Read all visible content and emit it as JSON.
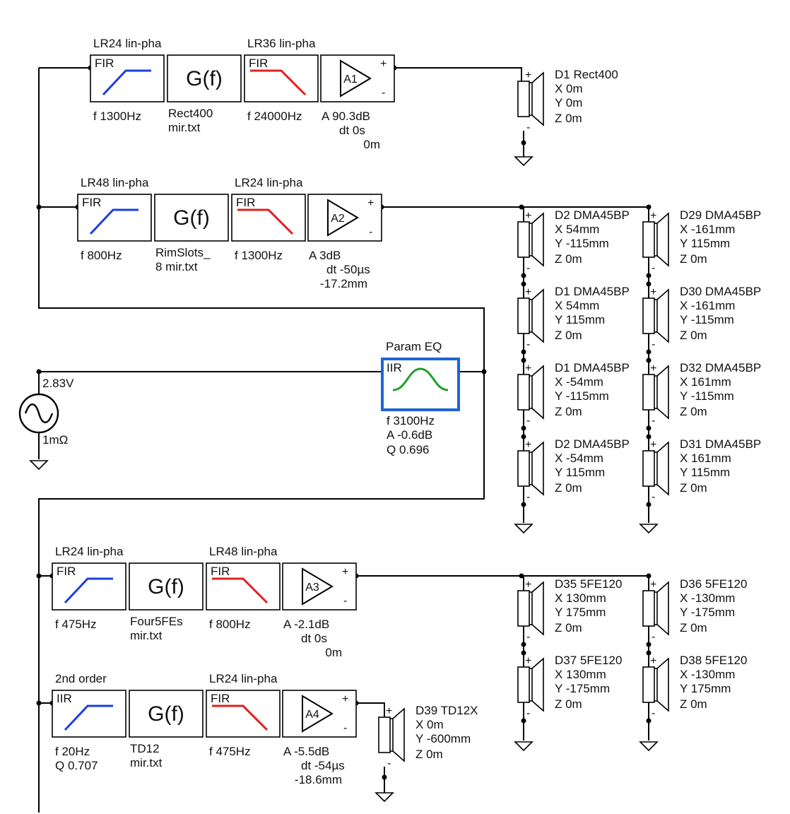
{
  "colors": {
    "highpass": "#1a3fe0",
    "lowpass": "#e02020",
    "peak": "#1fa02a",
    "selected": "#1e64d8",
    "wire": "#000000"
  },
  "source": {
    "voltage": "2.83V",
    "resistance": "1mΩ",
    "icon": "sine-wave-icon"
  },
  "eq": {
    "title": "Param EQ",
    "kind": "IIR",
    "p1": "f  3100Hz",
    "p2": "A  -0.6dB",
    "p3": "Q 0.696"
  },
  "gfb": "G(f)",
  "chains": [
    {
      "hp_title": "LR24 lin-pha",
      "hp_kind": "FIR",
      "hp_p1": "f   1300Hz",
      "hp_p2": "",
      "gf_p1": "Rect400",
      "gf_p2": "mir.txt",
      "lp_title": "LR36 lin-pha",
      "lp_kind": "FIR",
      "lp_p1": "f   24000Hz",
      "amp": "A1",
      "amp_p1": "A  90.3dB",
      "amp_p2": "dt 0s",
      "amp_p3": "0m"
    },
    {
      "hp_title": "LR48 lin-pha",
      "hp_kind": "FIR",
      "hp_p1": "f   800Hz",
      "hp_p2": "",
      "gf_p1": "RimSlots_",
      "gf_p2": "8 mir.txt",
      "lp_title": "LR24 lin-pha",
      "lp_kind": "FIR",
      "lp_p1": "f   1300Hz",
      "amp": "A2",
      "amp_p1": "A  3dB",
      "amp_p2": "dt -50µs",
      "amp_p3": "-17.2mm"
    },
    {
      "hp_title": "LR24 lin-pha",
      "hp_kind": "FIR",
      "hp_p1": "f   475Hz",
      "hp_p2": "",
      "gf_p1": "Four5FEs",
      "gf_p2": "mir.txt",
      "lp_title": "LR48 lin-pha",
      "lp_kind": "FIR",
      "lp_p1": "f   800Hz",
      "amp": "A3",
      "amp_p1": "A  -2.1dB",
      "amp_p2": "dt 0s",
      "amp_p3": "0m"
    },
    {
      "hp_title": "2nd order",
      "hp_kind": "IIR",
      "hp_p1": "f   20Hz",
      "hp_p2": "Q 0.707",
      "gf_p1": "TD12",
      "gf_p2": "mir.txt",
      "lp_title": "LR24 lin-pha",
      "lp_kind": "FIR",
      "lp_p1": "f   475Hz",
      "amp": "A4",
      "amp_p1": "A  -5.5dB",
      "amp_p2": "dt -54µs",
      "amp_p3": "-18.6mm"
    }
  ],
  "drivers": [
    {
      "name": "D1 Rect400",
      "x": "X 0m",
      "y": "Y 0m",
      "z": "Z 0m"
    },
    {
      "name": "D2 DMA45BP",
      "x": "X 54mm",
      "y": "Y -115mm",
      "z": "Z 0m"
    },
    {
      "name": "D1 DMA45BP",
      "x": "X 54mm",
      "y": "Y 115mm",
      "z": "Z 0m"
    },
    {
      "name": "D1 DMA45BP",
      "x": "X -54mm",
      "y": "Y -115mm",
      "z": "Z 0m"
    },
    {
      "name": "D2 DMA45BP",
      "x": "X -54mm",
      "y": "Y 115mm",
      "z": "Z 0m"
    },
    {
      "name": "D29 DMA45BP",
      "x": "X -161mm",
      "y": "Y 115mm",
      "z": "Z 0m"
    },
    {
      "name": "D30 DMA45BP",
      "x": "X -161mm",
      "y": "Y -115mm",
      "z": "Z 0m"
    },
    {
      "name": "D32 DMA45BP",
      "x": "X 161mm",
      "y": "Y -115mm",
      "z": "Z 0m"
    },
    {
      "name": "D31 DMA45BP",
      "x": "X 161mm",
      "y": "Y 115mm",
      "z": "Z 0m"
    },
    {
      "name": "D35 5FE120",
      "x": "X 130mm",
      "y": "Y 175mm",
      "z": "Z 0m"
    },
    {
      "name": "D37 5FE120",
      "x": "X 130mm",
      "y": "Y -175mm",
      "z": "Z 0m"
    },
    {
      "name": "D36 5FE120",
      "x": "X -130mm",
      "y": "Y -175mm",
      "z": "Z 0m"
    },
    {
      "name": "D38 5FE120",
      "x": "X -130mm",
      "y": "Y 175mm",
      "z": "Z 0m"
    },
    {
      "name": "D39 TD12X",
      "x": "X 0m",
      "y": "Y -600mm",
      "z": "Z 0m"
    }
  ]
}
